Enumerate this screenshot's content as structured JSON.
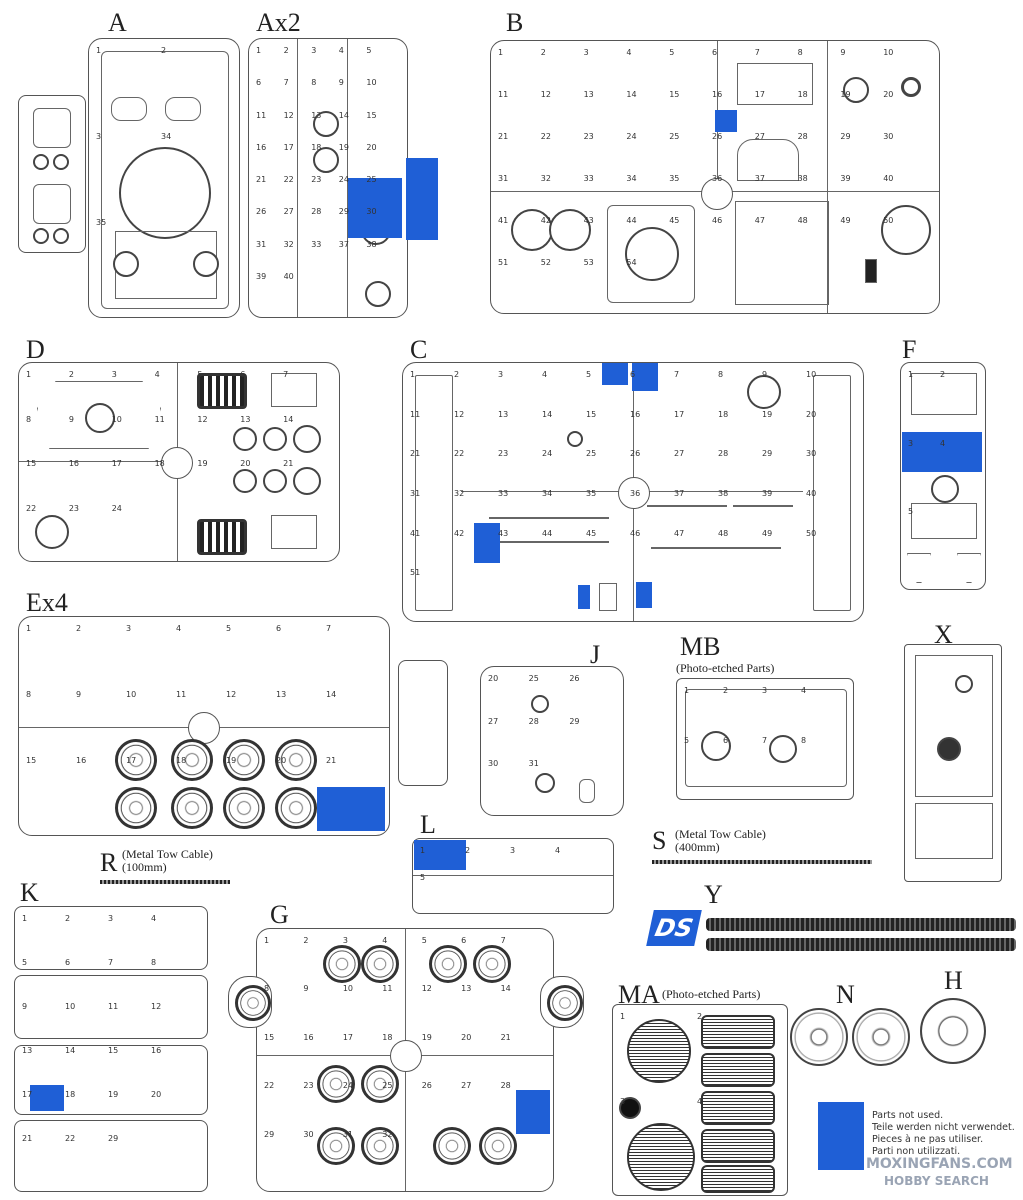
{
  "sprues": {
    "A": {
      "label": "A"
    },
    "Ax2": {
      "label": "Ax2"
    },
    "B": {
      "label": "B"
    },
    "D": {
      "label": "D"
    },
    "C": {
      "label": "C"
    },
    "F": {
      "label": "F"
    },
    "Ex4": {
      "label": "Ex4"
    },
    "J": {
      "label": "J"
    },
    "MB": {
      "label": "MB",
      "sub": "(Photo-etched Parts)"
    },
    "X": {
      "label": "X"
    },
    "R": {
      "label": "R",
      "sub1": "(Metal Tow Cable)",
      "sub2": "(100mm)"
    },
    "L": {
      "label": "L"
    },
    "S": {
      "label": "S",
      "sub1": "(Metal Tow Cable)",
      "sub2": "(400mm)"
    },
    "K": {
      "label": "K"
    },
    "G": {
      "label": "G"
    },
    "Y": {
      "label": "Y"
    },
    "MA": {
      "label": "MA",
      "sub": "(Photo-etched Parts)"
    },
    "N": {
      "label": "N"
    },
    "H": {
      "label": "H"
    }
  },
  "ds_logo": "DS",
  "legend": {
    "lines": [
      "Parts not used.",
      "Teile werden nicht verwendet.",
      "Pieces à ne pas utiliser.",
      "Parti non utilizzati."
    ],
    "color": "#1f5fd6"
  },
  "watermark": {
    "line1": "MOXINGFANS.COM",
    "line2": "HOBBY SEARCH"
  },
  "part_numbers": {
    "A": [
      "1",
      "2",
      "3",
      "34",
      "35"
    ],
    "Ax2": [
      "1",
      "2",
      "3",
      "4",
      "5",
      "6",
      "7",
      "8",
      "9",
      "10",
      "11",
      "12",
      "13",
      "14",
      "15",
      "16",
      "17",
      "18",
      "19",
      "20",
      "21",
      "22",
      "23",
      "24",
      "25",
      "26",
      "27",
      "28",
      "29",
      "30",
      "31",
      "32",
      "33",
      "37",
      "38",
      "39",
      "40"
    ],
    "B": [
      "1",
      "2",
      "3",
      "4",
      "5",
      "6",
      "7",
      "8",
      "9",
      "10",
      "11",
      "12",
      "13",
      "14",
      "15",
      "16",
      "17",
      "18",
      "19",
      "20",
      "21",
      "22",
      "23",
      "24",
      "25",
      "26",
      "27",
      "28",
      "29",
      "30",
      "31",
      "32",
      "33",
      "34",
      "35",
      "36",
      "37",
      "38",
      "39",
      "40",
      "41",
      "42",
      "43",
      "44",
      "45",
      "46",
      "47",
      "48",
      "49",
      "50",
      "51",
      "52",
      "53",
      "54"
    ],
    "D": [
      "1",
      "2",
      "3",
      "4",
      "5",
      "6",
      "7",
      "8",
      "9",
      "10",
      "11",
      "12",
      "13",
      "14",
      "15",
      "16",
      "17",
      "18",
      "19",
      "20",
      "21",
      "22",
      "23",
      "24"
    ],
    "C": [
      "1",
      "2",
      "3",
      "4",
      "5",
      "6",
      "7",
      "8",
      "9",
      "10",
      "11",
      "12",
      "13",
      "14",
      "15",
      "16",
      "17",
      "18",
      "19",
      "20",
      "21",
      "22",
      "23",
      "24",
      "25",
      "26",
      "27",
      "28",
      "29",
      "30",
      "31",
      "32",
      "33",
      "34",
      "35",
      "36",
      "37",
      "38",
      "39",
      "40",
      "41",
      "42",
      "43",
      "44",
      "45",
      "46",
      "47",
      "48",
      "49",
      "50",
      "51"
    ],
    "F": [
      "1",
      "2",
      "3",
      "4",
      "5"
    ],
    "Ex4": [
      "1",
      "2",
      "3",
      "4",
      "5",
      "6",
      "7",
      "8",
      "9",
      "10",
      "11",
      "12",
      "13",
      "14",
      "15",
      "16",
      "17",
      "18",
      "19",
      "20",
      "21"
    ],
    "J": [
      "20",
      "25",
      "26",
      "27",
      "28",
      "29",
      "30",
      "31"
    ],
    "MB": [
      "1",
      "2",
      "3",
      "4",
      "5",
      "6",
      "7",
      "8"
    ],
    "L": [
      "1",
      "2",
      "3",
      "4",
      "5"
    ],
    "K": [
      "1",
      "2",
      "3",
      "4",
      "5",
      "6",
      "7",
      "8",
      "9",
      "10",
      "11",
      "12",
      "13",
      "14",
      "15",
      "16",
      "17",
      "18",
      "19",
      "20",
      "21",
      "22",
      "29"
    ],
    "G": [
      "1",
      "2",
      "3",
      "4",
      "5",
      "6",
      "7",
      "8",
      "9",
      "10",
      "11",
      "12",
      "13",
      "14",
      "15",
      "16",
      "17",
      "18",
      "19",
      "20",
      "21",
      "22",
      "23",
      "24",
      "25",
      "26",
      "27",
      "28",
      "29",
      "30",
      "31",
      "32"
    ],
    "MA": [
      "1",
      "2",
      "3",
      "4"
    ]
  }
}
